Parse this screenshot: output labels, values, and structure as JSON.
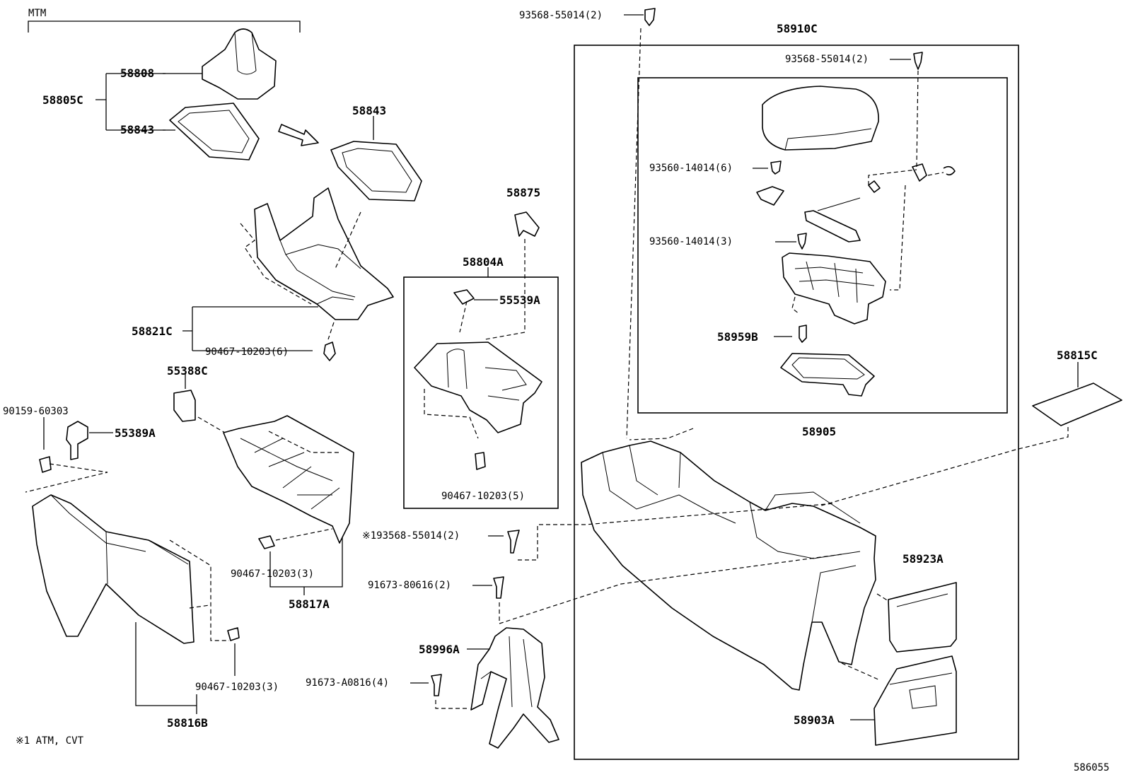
{
  "header": {
    "group": "MTM"
  },
  "footnote": "※1 ATM, CVT",
  "diagram_id": "586055",
  "labels": {
    "p58808": "58808",
    "p58805c": "58805C",
    "p58843_kit": "58843",
    "p58843": "58843",
    "p58821c": "58821C",
    "p90467_6": "90467-10203(6)",
    "p55388c": "55388C",
    "p90159": "90159-60303",
    "p55389a": "55389A",
    "p58875": "58875",
    "p58804a": "58804A",
    "p55539a": "55539A",
    "p90467_5": "90467-10203(5)",
    "p193568": "※193568-55014(2)",
    "p90467_3a": "90467-10203(3)",
    "p58817a": "58817A",
    "p91673_80616": "91673-80616(2)",
    "p58996a": "58996A",
    "p91673_a0816": "91673-A0816(4)",
    "p90467_3b": "90467-10203(3)",
    "p58816b": "58816B",
    "p93568_top": "93568-55014(2)",
    "p58910c": "58910C",
    "p93568_in": "93568-55014(2)",
    "p93560_6": "93560-14014(6)",
    "p93560_3": "93560-14014(3)",
    "p58959b": "58959B",
    "p58905": "58905",
    "p58815c": "58815C",
    "p58923a": "58923A",
    "p58903a": "58903A"
  }
}
